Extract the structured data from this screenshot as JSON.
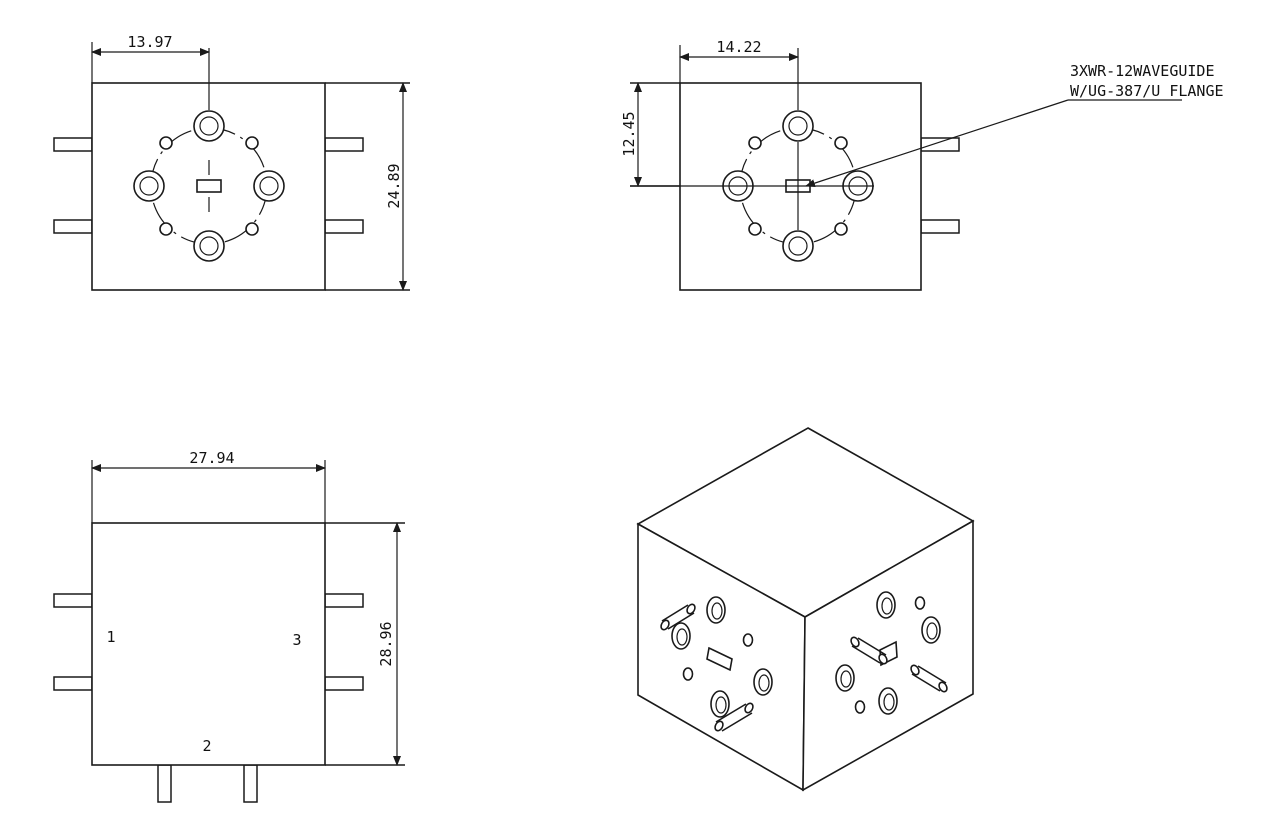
{
  "views": {
    "front": {
      "dim_offset_label": "13.97",
      "dim_height_label": "24.89"
    },
    "side": {
      "dim_offset_label": "14.22",
      "dim_vertical_label": "12.45",
      "callout_line1": "3XWR-12WAVEGUIDE",
      "callout_line2": "W/UG-387/U FLANGE"
    },
    "bottom": {
      "dim_width_label": "27.94",
      "dim_height_label": "28.96",
      "port_1": "1",
      "port_2": "2",
      "port_3": "3"
    }
  },
  "colors": {
    "line": "#1a1a1a",
    "highlight_hole": "#2e6f8e",
    "background": "#ffffff"
  }
}
